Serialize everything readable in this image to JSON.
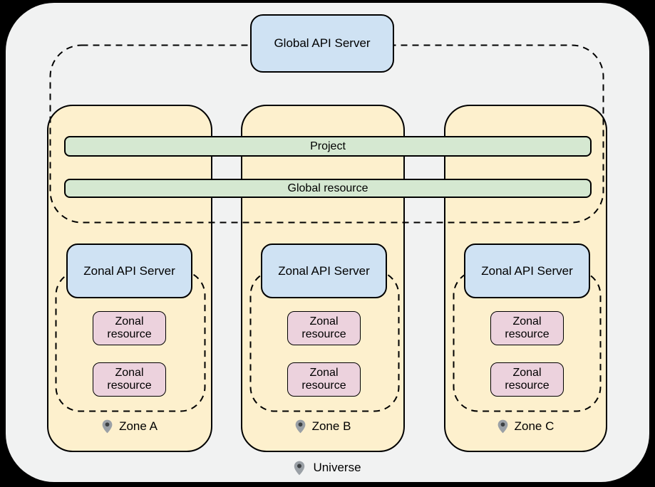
{
  "colors": {
    "background": "#000000",
    "surface": "#f1f2f2",
    "zone_fill": "#fdf0cd",
    "bar_fill": "#d5e8d1",
    "api_server_fill": "#cfe2f3",
    "resource_fill": "#ecd2dd",
    "border": "#000000",
    "pin_body": "#9aa0a6",
    "pin_dot": "#3c4043"
  },
  "diagram": {
    "global_api_server_label": "Global API Server",
    "project_label": "Project",
    "global_resource_label": "Global resource",
    "universe_label": "Universe",
    "zones": [
      {
        "name": "Zone A",
        "api_server_label": "Zonal API Server",
        "resources": [
          "Zonal resource",
          "Zonal resource"
        ]
      },
      {
        "name": "Zone B",
        "api_server_label": "Zonal API Server",
        "resources": [
          "Zonal resource",
          "Zonal resource"
        ]
      },
      {
        "name": "Zone C",
        "api_server_label": "Zonal API Server",
        "resources": [
          "Zonal resource",
          "Zonal resource"
        ]
      }
    ]
  }
}
